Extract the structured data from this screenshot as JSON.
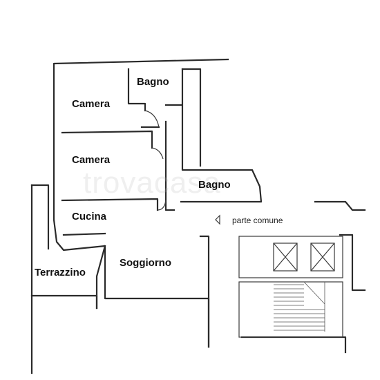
{
  "rooms": {
    "bagno_top": "Bagno",
    "camera_1": "Camera",
    "camera_2": "Camera",
    "bagno_right": "Bagno",
    "cucina": "Cucina",
    "soggiorno": "Soggiorno",
    "terrazzino": "Terrazzino"
  },
  "notes": {
    "common_area": "parte comune"
  },
  "watermark": "trovacasa"
}
